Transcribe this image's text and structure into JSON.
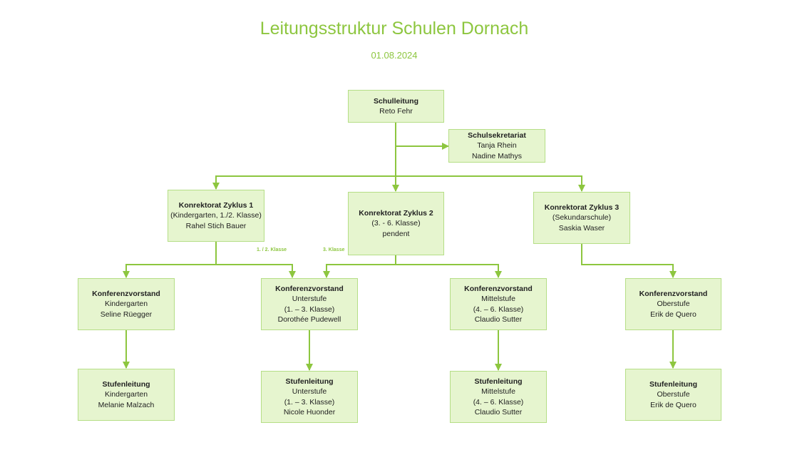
{
  "title": "Leitungsstruktur Schulen Dornach",
  "date": "01.08.2024",
  "colors": {
    "accent": "#8dc63f",
    "box_fill": "#e6f5cf",
    "box_border": "#b5de86"
  },
  "nodes": {
    "schulleitung": {
      "lines": [
        "Schulleitung",
        "Reto Fehr"
      ]
    },
    "sekretariat": {
      "lines": [
        "Schulsekretariat",
        "Tanja Rhein",
        "Nadine Mathys"
      ]
    },
    "zyklus1": {
      "lines": [
        "Konrektorat Zyklus 1",
        "(Kindergarten, 1./2. Klasse)",
        "Rahel Stich Bauer"
      ]
    },
    "zyklus2": {
      "lines": [
        "Konrektorat Zyklus 2",
        "(3. - 6. Klasse)",
        "pendent"
      ]
    },
    "zyklus3": {
      "lines": [
        "Konrektorat Zyklus 3",
        "(Sekundarschule)",
        "Saskia Waser"
      ]
    },
    "kv_kindergarten": {
      "lines": [
        "Konferenzvorstand",
        "Kindergarten",
        "Seline Rüegger"
      ]
    },
    "kv_unterstufe": {
      "lines": [
        "Konferenzvorstand",
        "Unterstufe",
        "(1. – 3. Klasse)",
        "Dorothée Pudewell"
      ]
    },
    "kv_mittelstufe": {
      "lines": [
        "Konferenzvorstand",
        "Mittelstufe",
        "(4. – 6. Klasse)",
        "Claudio Sutter"
      ]
    },
    "kv_oberstufe": {
      "lines": [
        "Konferenzvorstand",
        "Oberstufe",
        "Erik de Quero"
      ]
    },
    "sl_kindergarten": {
      "lines": [
        "Stufenleitung",
        "Kindergarten",
        "Melanie Malzach"
      ]
    },
    "sl_unterstufe": {
      "lines": [
        "Stufenleitung",
        "Unterstufe",
        "(1. – 3. Klasse)",
        "Nicole Huonder"
      ]
    },
    "sl_mittelstufe": {
      "lines": [
        "Stufenleitung",
        "Mittelstufe",
        "(4. – 6. Klasse)",
        "Claudio Sutter"
      ]
    },
    "sl_oberstufe": {
      "lines": [
        "Stufenleitung",
        "Oberstufe",
        "Erik de Quero"
      ]
    }
  },
  "edge_labels": {
    "klasse_12": "1. / 2. Klasse",
    "klasse_3": "3. Klasse"
  }
}
